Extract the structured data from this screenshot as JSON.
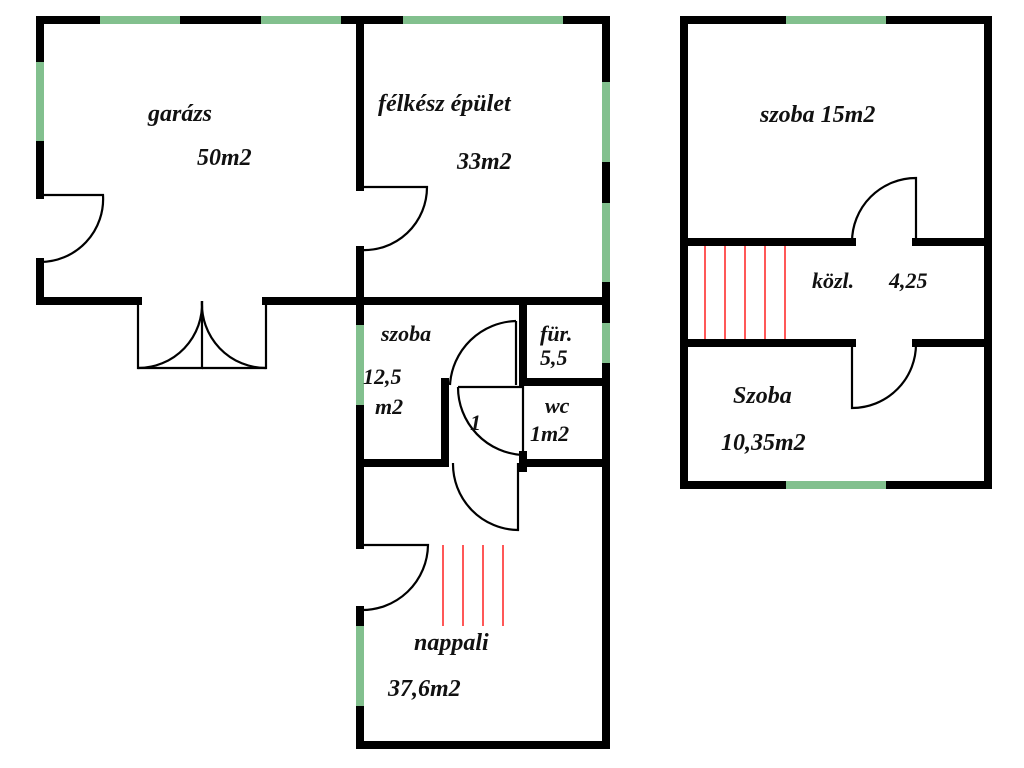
{
  "colors": {
    "wall": "#000000",
    "window": "#82c08e",
    "stairs": "#ff2020",
    "background": "#ffffff"
  },
  "ground_floor": {
    "rooms": [
      {
        "id": "garazs",
        "name": "garázs",
        "area": "50m2"
      },
      {
        "id": "felkesz",
        "name": "félkész épület",
        "area": "33m2"
      },
      {
        "id": "szoba",
        "name": "szoba",
        "area_line1": "12,5",
        "area_line2": "m2"
      },
      {
        "id": "fur",
        "name": "für.",
        "area": "5,5"
      },
      {
        "id": "wc",
        "name": "wc",
        "area": "1m2"
      },
      {
        "id": "nappali",
        "name": "nappali",
        "area": "37,6m2"
      }
    ],
    "marker": "1"
  },
  "upper_floor": {
    "rooms": [
      {
        "id": "szoba15",
        "label": "szoba 15m2"
      },
      {
        "id": "kozl",
        "name": "közl.",
        "area": "4,25"
      },
      {
        "id": "szoba1035",
        "name": "Szoba",
        "area": "10,35m2"
      }
    ]
  }
}
